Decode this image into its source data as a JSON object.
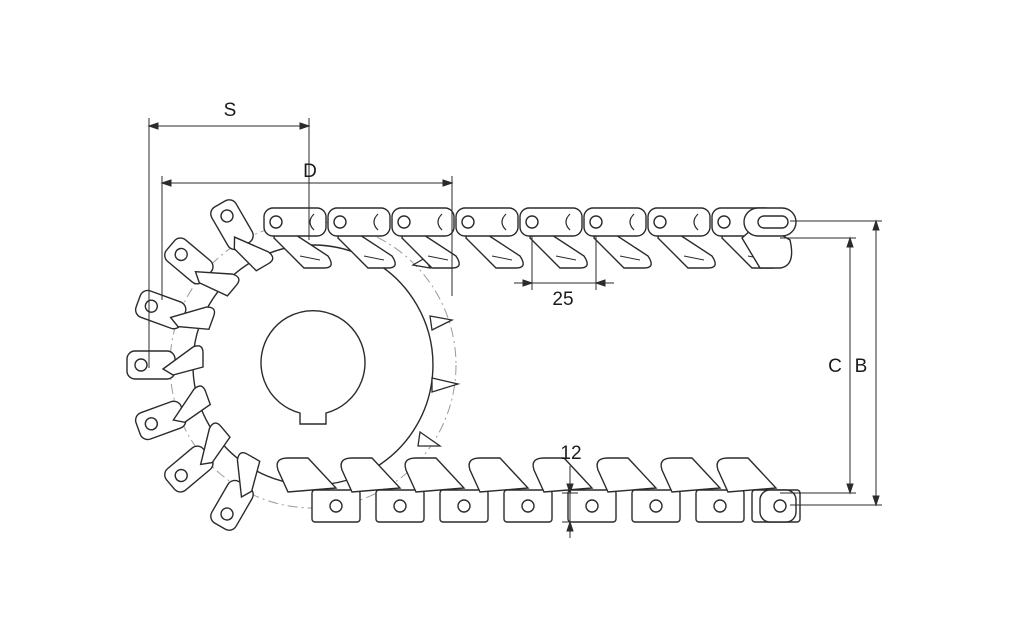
{
  "dimensions": {
    "s": "S",
    "d": "D",
    "pitch": "25",
    "c": "C",
    "b": "B",
    "thickness": "12"
  },
  "colors": {
    "line": "#2b2b2b",
    "centerline": "#8a8a8a",
    "fill": "#ffffff"
  }
}
